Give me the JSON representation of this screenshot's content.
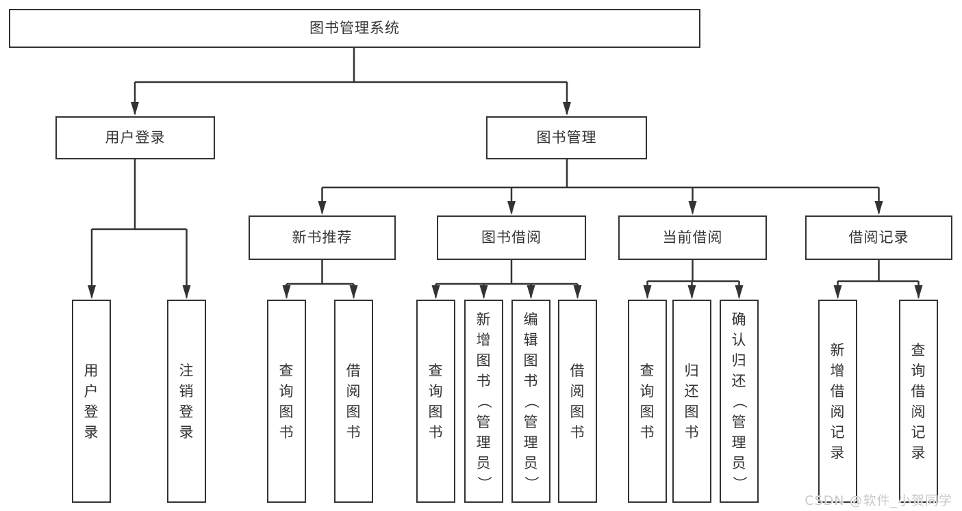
{
  "diagram_title": "图书管理系统",
  "nodes": {
    "root": "图书管理系统",
    "user_login": "用户登录",
    "book_management": "图书管理",
    "new_book_recommend": "新书推荐",
    "book_borrowing": "图书借阅",
    "current_borrowing": "当前借阅",
    "borrowing_records": "借阅记录",
    "leaf_user_login": "用户登录",
    "leaf_logout": "注销登录",
    "leaf_query_book_recommend": "查询图书",
    "leaf_borrow_book_recommend": "借阅图书",
    "leaf_query_book_borrowing": "查询图书",
    "leaf_add_book_admin": "新增图书（管理员）",
    "leaf_edit_book_admin": "编辑图书（管理员）",
    "leaf_borrow_book_borrowing": "借阅图书",
    "leaf_query_book_current": "查询图书",
    "leaf_return_book": "归还图书",
    "leaf_confirm_return_admin": "确认归还（管理员）",
    "leaf_add_borrow_record": "新增借阅记录",
    "leaf_query_borrow_record": "查询借阅记录"
  },
  "watermark": "CSDN @软件_小贺同学",
  "colors": {
    "line": "#333333",
    "box_border": "#333333",
    "text": "#333333",
    "background": "#ffffff",
    "watermark": "#c9c9c9"
  }
}
